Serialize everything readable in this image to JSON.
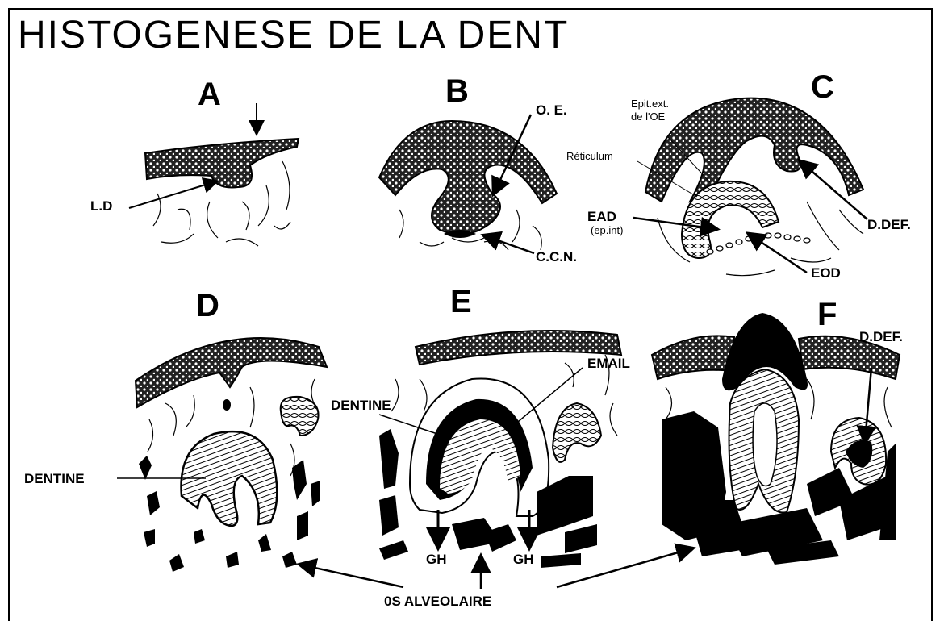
{
  "title": "HISTOGENESE DE LA DENT",
  "panels": [
    "A",
    "B",
    "C",
    "D",
    "E",
    "F"
  ],
  "labels": {
    "ld": "L.D",
    "oe": "O. E.",
    "ccn": "C.C.N.",
    "epit_line1": "Epit.ext.",
    "epit_line2": "de l'OE",
    "reticulum": "Réticulum",
    "ead": "EAD",
    "ep_int": "(ep.int)",
    "d_def_c": "D.DEF.",
    "eod": "EOD",
    "dentine_d": "DENTINE",
    "dentine_e": "DENTINE",
    "email": "EMAIL",
    "d_def_f": "D.DEF.",
    "gh_left": "GH",
    "gh_right": "GH",
    "os_alveolaire": "0S ALVEOLAIRE"
  }
}
